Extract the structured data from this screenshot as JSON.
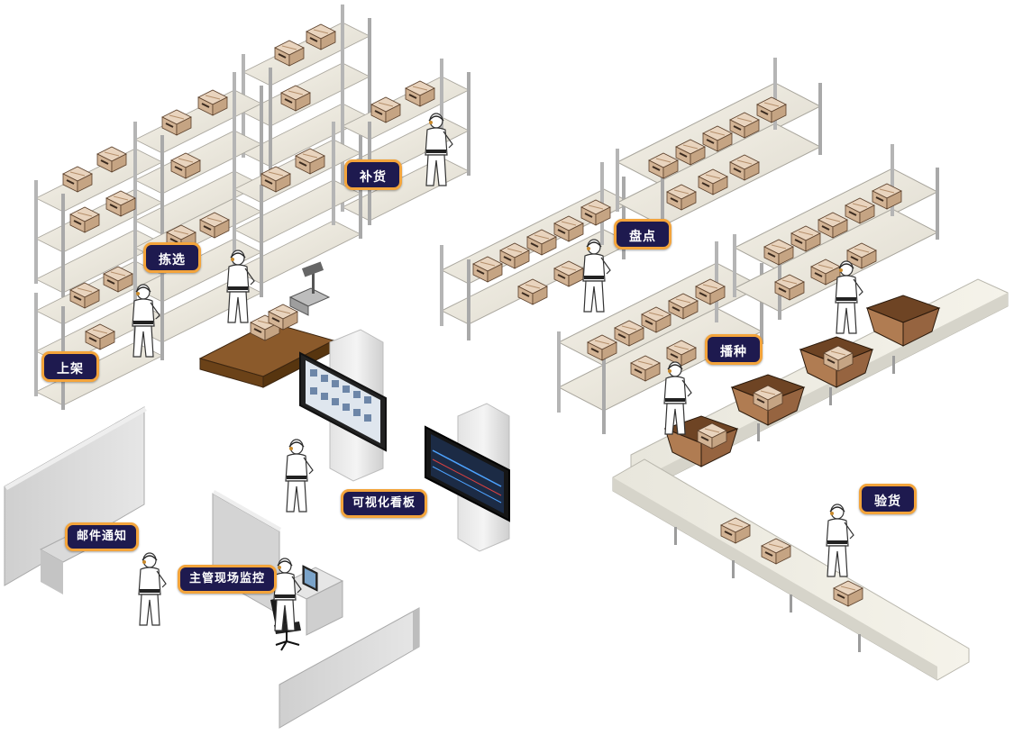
{
  "labels": {
    "restock": "补货",
    "picking": "拣选",
    "shelving": "上架",
    "inventory": "盘点",
    "seeding": "播种",
    "inspection": "验货",
    "dashboard": "可视化看板",
    "email": "邮件通知",
    "supervisor": "主管现场监控"
  },
  "colors": {
    "tag_fill": "#1e1a4f",
    "tag_border": "#f3a43b",
    "box": "#dcc1a6",
    "pallet": "#7a4a1c",
    "bin": "#a8764f",
    "shelf_post": "#b5b5b5",
    "shelf_board": "#eeebe1",
    "wall": "#c9c9c9"
  },
  "icons": [
    "warehouse-shelf-icon",
    "cardboard-box-icon",
    "worker-icon",
    "conveyor-belt-icon",
    "sorting-bin-icon",
    "pallet-icon",
    "weighing-scale-icon",
    "display-board-icon",
    "office-chair-icon",
    "desk-monitor-icon",
    "partition-wall-icon"
  ]
}
